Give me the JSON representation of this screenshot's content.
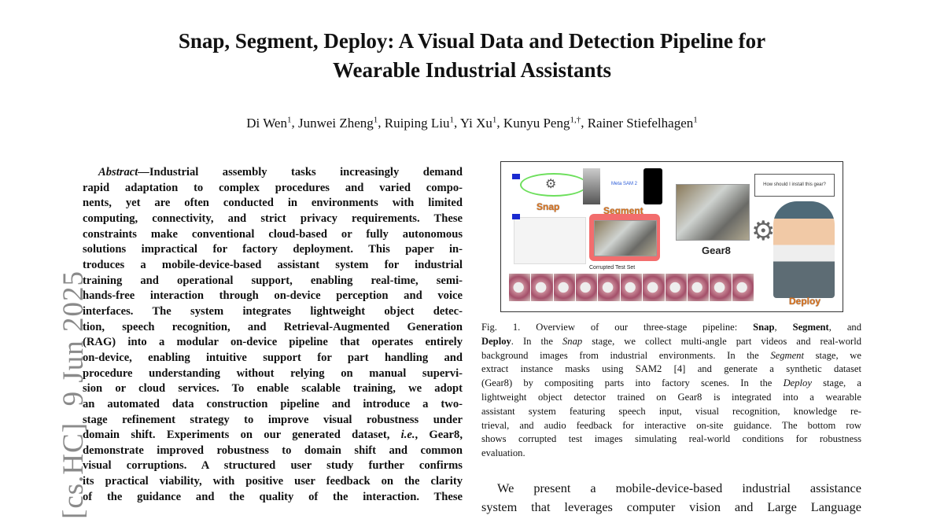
{
  "title": {
    "line1": "Snap, Segment, Deploy: A Visual Data and Detection Pipeline for",
    "line2": "Wearable Industrial Assistants"
  },
  "authors": [
    {
      "name": "Di Wen",
      "aff": "1"
    },
    {
      "name": "Junwei Zheng",
      "aff": "1"
    },
    {
      "name": "Ruiping Liu",
      "aff": "1"
    },
    {
      "name": "Yi Xu",
      "aff": "1"
    },
    {
      "name": "Kunyu Peng",
      "aff": "1,†"
    },
    {
      "name": "Rainer Stiefelhagen",
      "aff": "1"
    }
  ],
  "sidebar": "[cs.HC]  9 Jun 2025",
  "abstract_lines": [
    [
      {
        "t": "Abstract—",
        "s": "i"
      },
      {
        "t": "Industrial assembly tasks increasingly demand"
      }
    ],
    [
      {
        "t": "rapid adaptation to complex procedures and varied compo-"
      }
    ],
    [
      {
        "t": "nents, yet are often conducted in environments with limited"
      }
    ],
    [
      {
        "t": "computing, connectivity, and strict privacy requirements. These"
      }
    ],
    [
      {
        "t": "constraints make conventional cloud-based or fully autonomous"
      }
    ],
    [
      {
        "t": "solutions impractical for factory deployment. This paper in-"
      }
    ],
    [
      {
        "t": "troduces a mobile-device-based assistant system for industrial"
      }
    ],
    [
      {
        "t": "training and operational support, enabling real-time, semi-"
      }
    ],
    [
      {
        "t": "hands-free interaction through on-device perception and voice"
      }
    ],
    [
      {
        "t": "interfaces. The system integrates lightweight object detec-"
      }
    ],
    [
      {
        "t": "tion, speech recognition, and Retrieval-Augmented Generation"
      }
    ],
    [
      {
        "t": "(RAG) into a modular on-device pipeline that operates entirely"
      }
    ],
    [
      {
        "t": "on-device, enabling intuitive support for part handling and"
      }
    ],
    [
      {
        "t": "procedure understanding without relying on manual supervi-"
      }
    ],
    [
      {
        "t": "sion or cloud services. To enable scalable training, we adopt"
      }
    ],
    [
      {
        "t": "an automated data construction pipeline and introduce a two-"
      }
    ],
    [
      {
        "t": "stage refinement strategy to improve visual robustness under"
      }
    ],
    [
      {
        "t": "domain shift. Experiments on our generated dataset, "
      },
      {
        "t": "i.e.",
        "s": "i"
      },
      {
        "t": ", Gear8,"
      }
    ],
    [
      {
        "t": "demonstrate improved robustness to domain shift and common"
      }
    ],
    [
      {
        "t": "visual corruptions. A structured user study further confirms"
      }
    ],
    [
      {
        "t": "its practical viability, with positive user feedback on the clarity"
      }
    ],
    [
      {
        "t": "of the guidance and the quality of the interaction. These"
      }
    ]
  ],
  "figure": {
    "snap_label": "Snap",
    "segment_label": "Segment",
    "sam_label": "Meta SAM 2",
    "dataset_label": "Gear8",
    "corrupted_label": "Corrupted Test Set",
    "deploy_label": "Deploy",
    "speech_bubble": "How should I install this gear?"
  },
  "caption_lines": [
    [
      {
        "t": "Fig. 1.    Overview of our three-stage pipeline: "
      },
      {
        "t": "Snap",
        "s": "b"
      },
      {
        "t": ", "
      },
      {
        "t": "Segment",
        "s": "b"
      },
      {
        "t": ", and"
      }
    ],
    [
      {
        "t": "Deploy",
        "s": "b"
      },
      {
        "t": ". In the "
      },
      {
        "t": "Snap",
        "s": "i"
      },
      {
        "t": " stage, we collect multi-angle part videos and real-world"
      }
    ],
    [
      {
        "t": "background images from industrial environments. In the "
      },
      {
        "t": "Segment",
        "s": "i"
      },
      {
        "t": " stage, we"
      }
    ],
    [
      {
        "t": "extract instance masks using SAM2 [4] and generate a synthetic dataset"
      }
    ],
    [
      {
        "t": "(Gear8) by compositing parts into factory scenes. In the "
      },
      {
        "t": "Deploy",
        "s": "i"
      },
      {
        "t": " stage, a"
      }
    ],
    [
      {
        "t": "lightweight object detector trained on Gear8 is integrated into a wearable"
      }
    ],
    [
      {
        "t": "assistant system featuring speech input, visual recognition, knowledge re-"
      }
    ],
    [
      {
        "t": "trieval, and audio feedback for interactive on-site guidance. The bottom row"
      }
    ],
    [
      {
        "t": "shows corrupted test images simulating real-world conditions for robustness"
      }
    ],
    [
      {
        "t": "evaluation."
      }
    ]
  ],
  "body_lines": [
    [
      {
        "t": "We present a mobile-device-based industrial assistance"
      }
    ],
    [
      {
        "t": "system that leverages computer vision and Large Language"
      }
    ]
  ]
}
